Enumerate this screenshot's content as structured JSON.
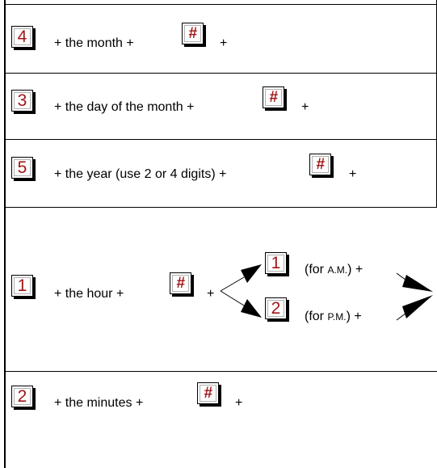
{
  "rows": [
    {
      "key": "4",
      "hash": "#",
      "text_before": "+  the month  +",
      "text_after": "+"
    },
    {
      "key": "3",
      "hash": "#",
      "text_before": "+  the day of the month  +",
      "text_after": "+"
    },
    {
      "key": "5",
      "hash": "#",
      "text_before": "+  the year (use 2 or 4 digits)  +",
      "text_after": "+"
    },
    {
      "key": "1",
      "hash": "#",
      "text_before": "+  the hour  +",
      "text_after": "+",
      "branches": [
        {
          "key": "1",
          "label_prefix": "(for",
          "label_abbr": "A.M.",
          "label_suffix": ")  +"
        },
        {
          "key": "2",
          "label_prefix": "(for",
          "label_abbr": "P.M.",
          "label_suffix": ")  +"
        }
      ]
    },
    {
      "key": "2",
      "hash": "#",
      "text_before": "+  the minutes  +",
      "text_after": "+"
    }
  ]
}
